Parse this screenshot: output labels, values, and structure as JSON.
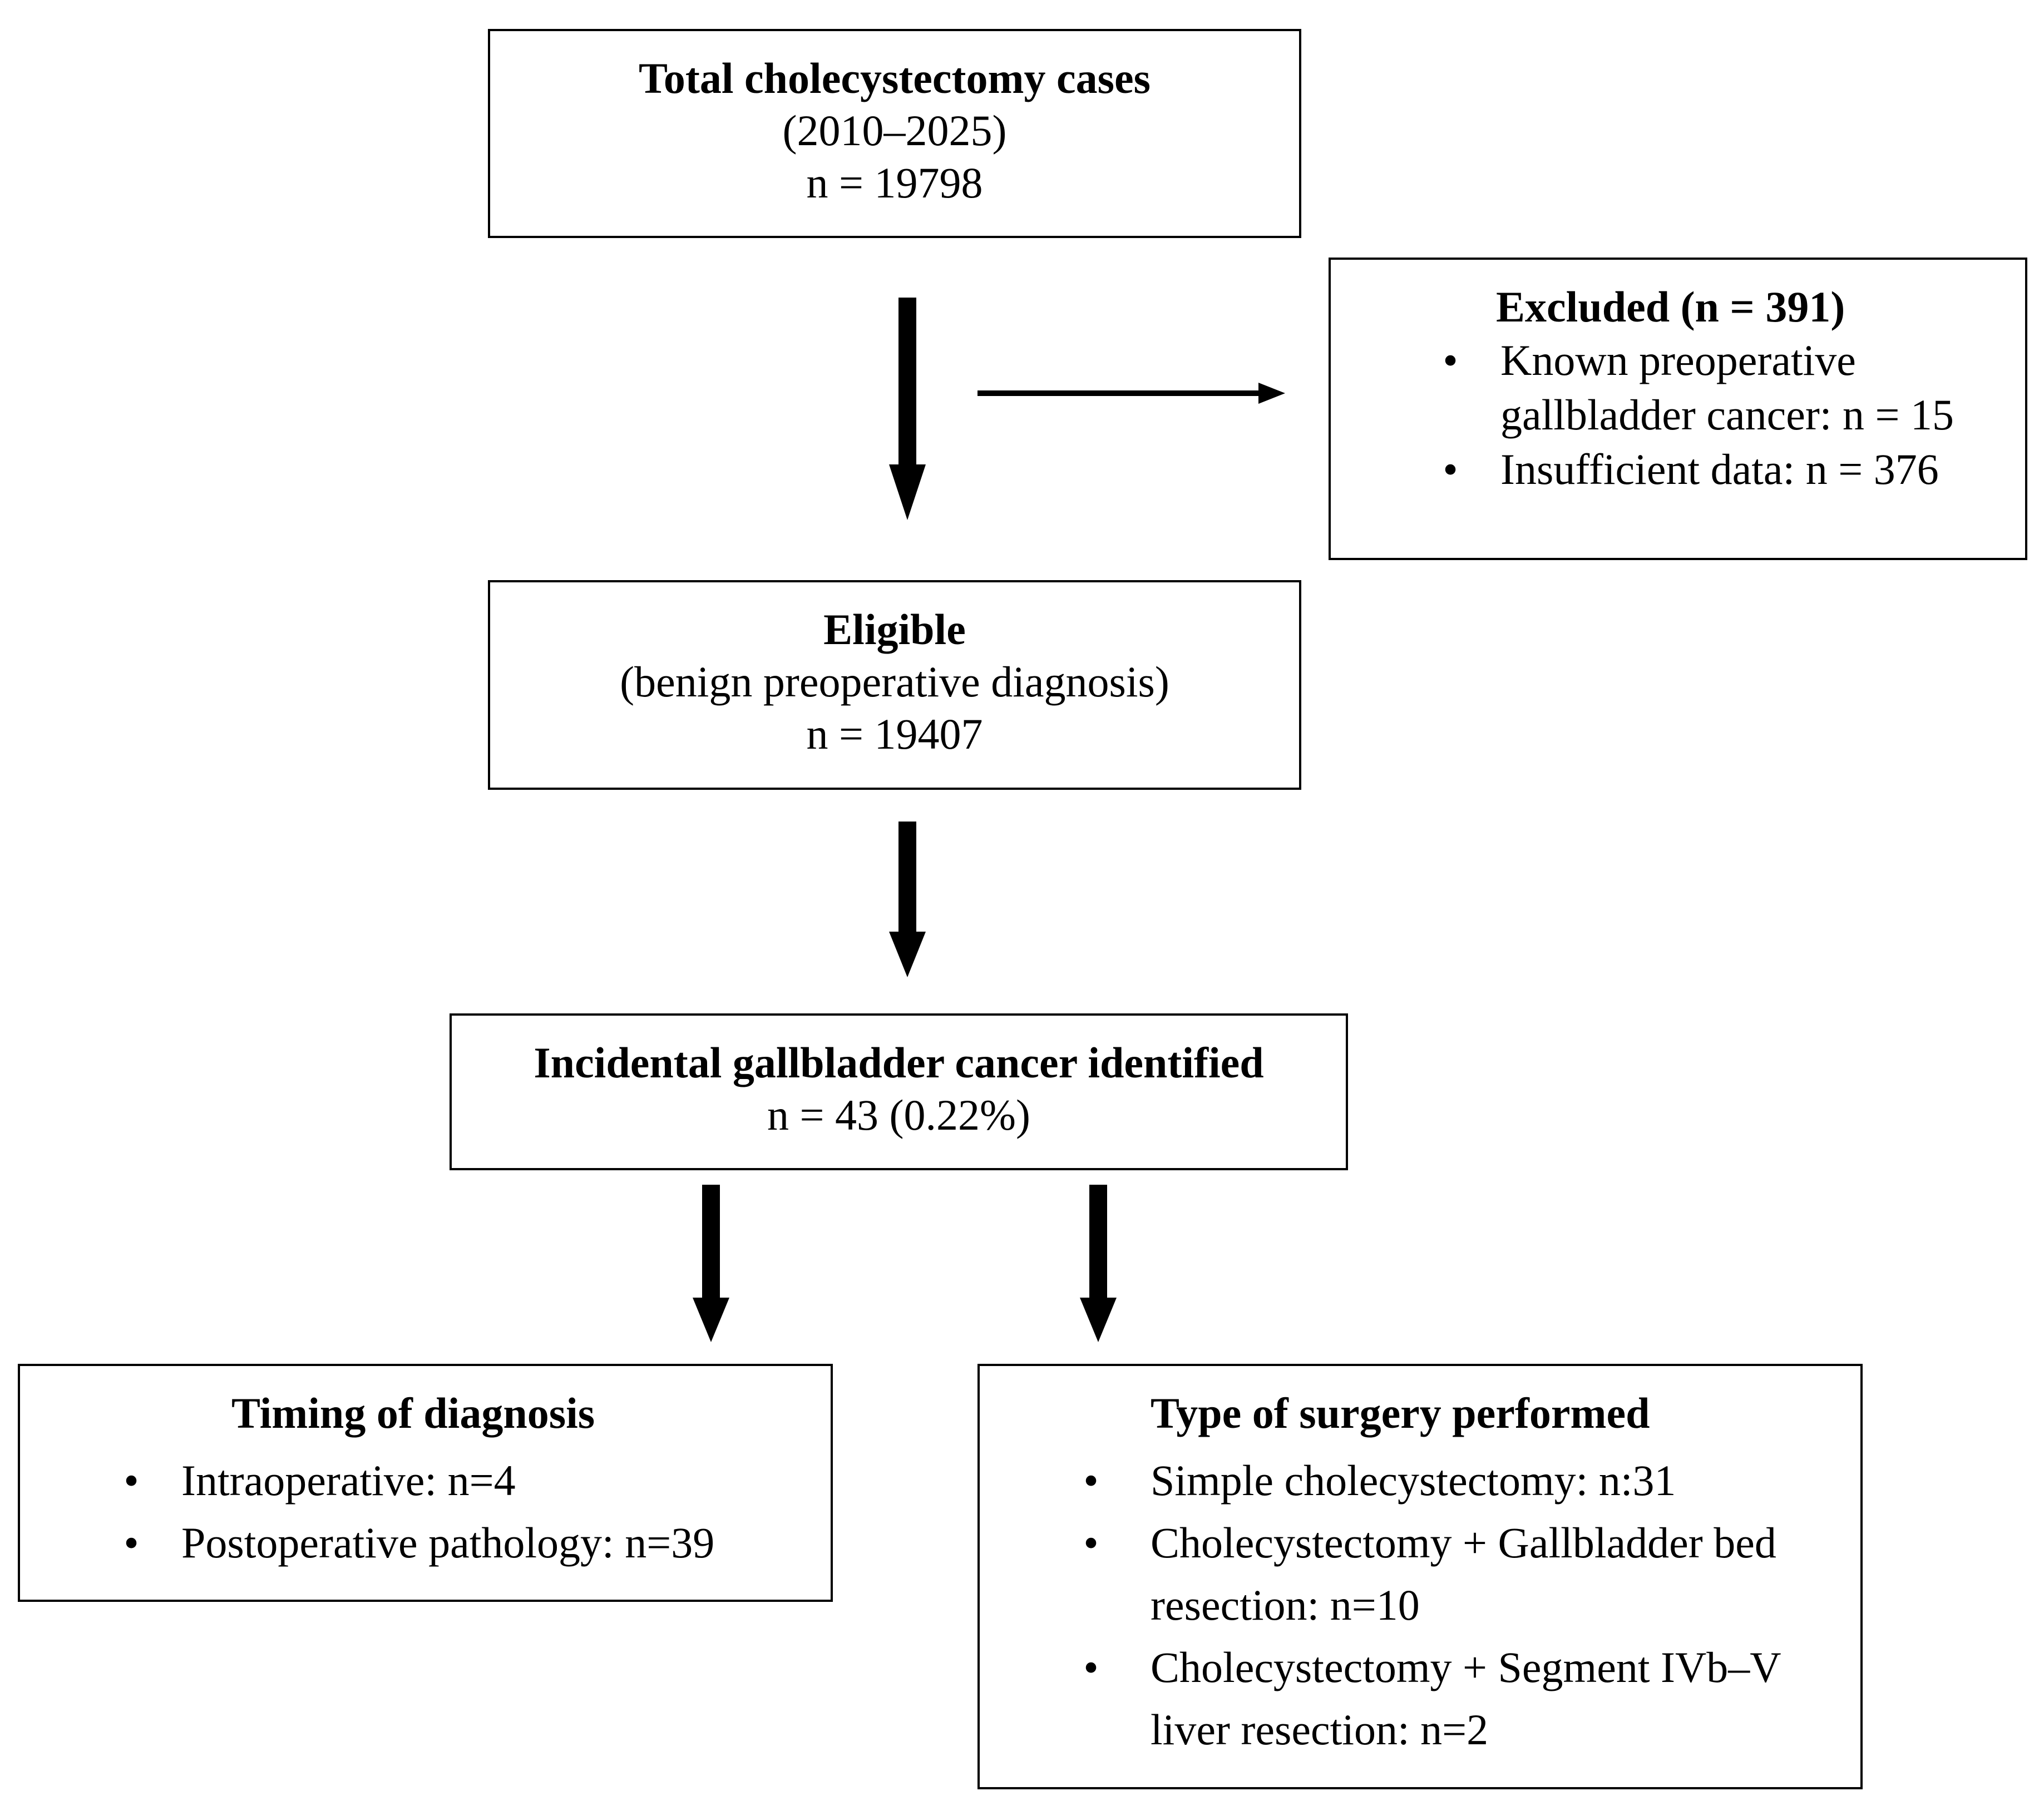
{
  "total_box": {
    "title": "Total cholecystectomy cases",
    "period": "(2010–2025)",
    "count": "n = 19798"
  },
  "excluded_box": {
    "title": "Excluded (n = 391)",
    "items": [
      "Known preoperative gallbladder cancer: n = 15",
      "Insufficient data: n = 376"
    ]
  },
  "eligible_box": {
    "title": "Eligible",
    "subtitle": "(benign preoperative diagnosis)",
    "count": "n = 19407"
  },
  "incidental_box": {
    "title": "Incidental gallbladder cancer identified",
    "count": "n = 43 (0.22%)"
  },
  "timing_box": {
    "title": "Timing of diagnosis",
    "items": [
      "Intraoperative: n=4",
      "Postoperative pathology: n=39"
    ]
  },
  "surgery_box": {
    "title": "Type of surgery performed",
    "items": [
      "Simple cholecystectomy: n:31",
      "Cholecystectomy + Gallbladder bed resection: n=10",
      "Cholecystectomy + Segment IVb–V liver resection: n=2"
    ]
  },
  "bullet_glyph": "•",
  "colors": {
    "border": "#000000",
    "arrow": "#000000",
    "background": "#ffffff"
  }
}
